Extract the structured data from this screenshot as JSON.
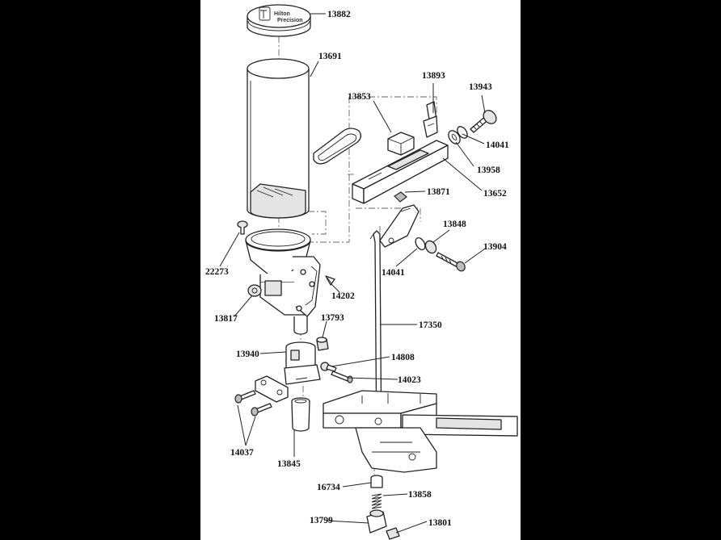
{
  "diagram": {
    "cap_logo_text": [
      "Hilton",
      "Precision"
    ],
    "parts": [
      {
        "id": "p13882",
        "label": "13882"
      },
      {
        "id": "p13691",
        "label": "13691"
      },
      {
        "id": "p13893",
        "label": "13893"
      },
      {
        "id": "p13943",
        "label": "13943"
      },
      {
        "id": "p13853",
        "label": "13853"
      },
      {
        "id": "p14041a",
        "label": "14041"
      },
      {
        "id": "p13958",
        "label": "13958"
      },
      {
        "id": "p13871",
        "label": "13871"
      },
      {
        "id": "p13652",
        "label": "13652"
      },
      {
        "id": "p13848",
        "label": "13848"
      },
      {
        "id": "p13904",
        "label": "13904"
      },
      {
        "id": "p14041b",
        "label": "14041"
      },
      {
        "id": "p22273",
        "label": "22273"
      },
      {
        "id": "p14202",
        "label": "14202"
      },
      {
        "id": "p13817",
        "label": "13817"
      },
      {
        "id": "p13793",
        "label": "13793"
      },
      {
        "id": "p17350",
        "label": "17350"
      },
      {
        "id": "p13940",
        "label": "13940"
      },
      {
        "id": "p14808",
        "label": "14808"
      },
      {
        "id": "p14023",
        "label": "14023"
      },
      {
        "id": "p14037",
        "label": "14037"
      },
      {
        "id": "p13845",
        "label": "13845"
      },
      {
        "id": "p16734",
        "label": "16734"
      },
      {
        "id": "p13858",
        "label": "13858"
      },
      {
        "id": "p13799",
        "label": "13799"
      },
      {
        "id": "p13801",
        "label": "13801"
      }
    ]
  }
}
